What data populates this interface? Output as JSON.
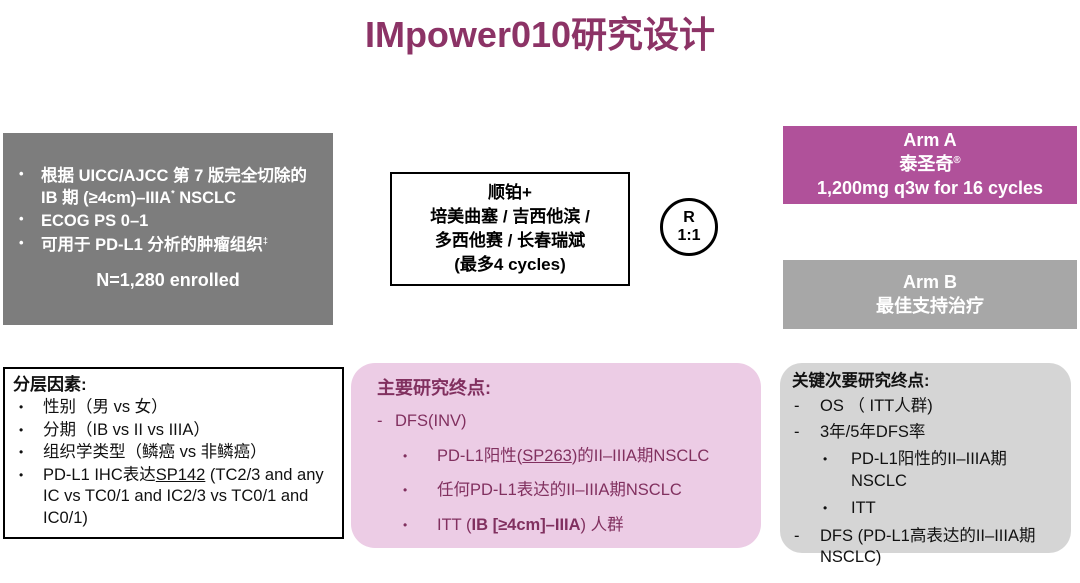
{
  "title": "IMpower010研究设计",
  "markers": {
    "bullet": "•",
    "dash": "-"
  },
  "colors": {
    "title_text": "#8C3366",
    "eligibility_bg": "#7D7D7D",
    "arm_a_bg": "#B0519A",
    "arm_b_bg": "#A7A7A7",
    "primary_bg": "#ECCCE5",
    "primary_text": "#81305F",
    "secondary_bg": "#D5D5D5"
  },
  "eligibility": {
    "bullets": [
      [
        {
          "t": "根据 UICC/AJCC 第 7 版完全切除的 IB 期 (≥4cm)–IIIA"
        },
        {
          "t": "*",
          "sup": true
        },
        {
          "t": " NSCLC"
        }
      ],
      [
        {
          "t": "ECOG PS 0–1"
        }
      ],
      [
        {
          "t": "可用于 PD-L1 分析的肿瘤组织"
        },
        {
          "t": "‡",
          "sup": true
        }
      ]
    ],
    "enrolled": "N=1,280 enrolled"
  },
  "chemo": {
    "lines": [
      "顺铂+",
      "培美曲塞 / 吉西他滨 /",
      "多西他赛 / 长春瑞斌",
      "(最多4 cycles)"
    ]
  },
  "randomization": {
    "letter": "R",
    "ratio": "1:1"
  },
  "arm_a": {
    "name": "Arm A",
    "drug": [
      {
        "t": "泰圣奇"
      },
      {
        "t": "®",
        "sup": true
      }
    ],
    "dose": "1,200mg q3w for 16 cycles"
  },
  "arm_b": {
    "name": "Arm B",
    "treatment": "最佳支持治疗"
  },
  "stratification": {
    "title": "分层因素:",
    "bullets": [
      [
        {
          "t": "性别（男 vs 女）"
        }
      ],
      [
        {
          "t": "分期（IB vs II vs IIIA）"
        }
      ],
      [
        {
          "t": "组织学类型（鳞癌 vs 非鳞癌）"
        }
      ],
      [
        {
          "t": "PD-L1 IHC表达"
        },
        {
          "t": "SP142",
          "u": true
        },
        {
          "t": " (TC2/3 and any IC vs TC0/1 and IC2/3 vs TC0/1 and IC0/1)"
        }
      ]
    ]
  },
  "primary": {
    "title": "主要研究终点:",
    "dash_items": [
      [
        {
          "t": "DFS(INV)"
        }
      ]
    ],
    "sub_bullets": [
      [
        {
          "t": "PD-L1阳性("
        },
        {
          "t": "SP263",
          "u": true
        },
        {
          "t": ")的II–IIIA期NSCLC"
        }
      ],
      [
        {
          "t": "任何PD-L1表达的II–IIIA期NSCLC"
        }
      ],
      [
        {
          "t": "ITT ("
        },
        {
          "t": "IB [≥4cm]–IIIA",
          "b": true
        },
        {
          "t": ") 人群"
        }
      ]
    ]
  },
  "secondary": {
    "title": "关键次要研究终点:",
    "lines": [
      {
        "level": "dash",
        "segs": [
          {
            "t": "OS （ ITT人群)"
          }
        ]
      },
      {
        "level": "dash",
        "segs": [
          {
            "t": "3年/5年DFS率"
          }
        ]
      },
      {
        "level": "bullet",
        "segs": [
          {
            "t": "PD-L1阳性的II–IIIA期NSCLC"
          }
        ]
      },
      {
        "level": "bullet",
        "segs": [
          {
            "t": "ITT"
          }
        ]
      },
      {
        "level": "dash",
        "segs": [
          {
            "t": "DFS (PD-L1高表达的II–IIIA期NSCLC)"
          }
        ]
      }
    ]
  }
}
